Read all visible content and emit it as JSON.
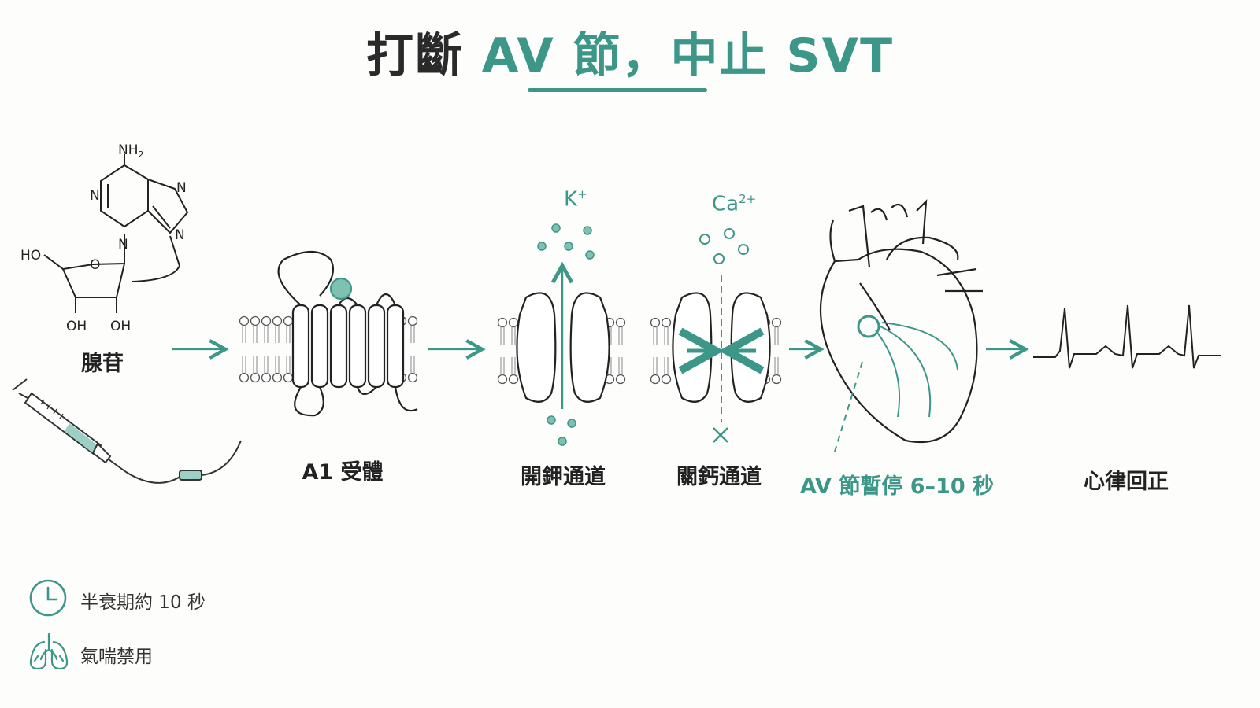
{
  "title": {
    "part1": "打斷",
    "part2": "AV 節，中止 SVT"
  },
  "steps": {
    "adenosine": "腺苷",
    "receptor": "A1 受體",
    "k_channel": "開鉀通道",
    "ca_channel": "關鈣通道",
    "av_pause": "AV 節暫停 6–10 秒",
    "rhythm": "心律回正"
  },
  "molecule": {
    "nh2": "NH",
    "nh2_sub": "2",
    "n": "N",
    "o": "O",
    "ho": "HO",
    "oh": "OH"
  },
  "ions": {
    "k": "K",
    "k_charge": "+",
    "ca": "Ca",
    "ca_charge": "2+"
  },
  "notes": {
    "half_life": "半衰期約 10 秒",
    "asthma": "氣喘禁用"
  },
  "colors": {
    "accent": "#3d9788",
    "ink": "#222222",
    "background": "#fdfdfc"
  },
  "icons": {
    "clock": "clock-icon",
    "lungs": "lungs-icon",
    "syringe": "syringe-icon",
    "heart": "heart-icon"
  }
}
